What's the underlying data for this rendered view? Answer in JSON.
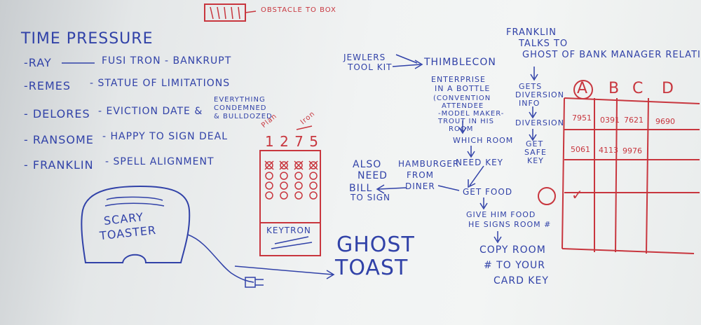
{
  "obstacle": {
    "label": "OBSTACLE TO BOX"
  },
  "time_pressure": {
    "title": "TIME PRESSURE",
    "rows": [
      {
        "name": "-RAY",
        "note": "FUSI TRON - BANKRUPT"
      },
      {
        "name": "-REMES",
        "note": "- STATUE OF LIMITATIONS"
      },
      {
        "name": "- DELORES",
        "note": "- EVICTION DATE &"
      },
      {
        "name": "- RANSOME",
        "note": "- HAPPY TO SIGN DEAL"
      },
      {
        "name": "- FRANKLIN",
        "note": "- SPELL ALIGNMENT"
      }
    ],
    "delores_extra": [
      "EVERYTHING",
      "CONDEMNED",
      "& BULLDOZED"
    ]
  },
  "keytron": {
    "header_words": [
      "Plan",
      "Iron"
    ],
    "digits": "1 2 7 5",
    "label": "KEYTRON"
  },
  "toaster": {
    "label_line1": "SCARY",
    "label_line2": "TOASTER"
  },
  "ghost_toast": {
    "line1": "GHOST",
    "line2": "TOAST"
  },
  "flow": {
    "jewelers": [
      "JEWLERS",
      "TOOL KIT"
    ],
    "thimblecon": "THIMBLECON",
    "enterprise": [
      "ENTERPRISE",
      "IN A BOTTLE"
    ],
    "convention": [
      "(CONVENTION",
      "ATTENDEE"
    ],
    "model_maker": [
      "-MODEL MAKER-",
      "TROUT IN HIS",
      "ROOM"
    ],
    "which_room": "WHICH ROOM",
    "need_key": "NEED KEY",
    "also_need": [
      "ALSO",
      "NEED",
      "BILL",
      "TO SIGN"
    ],
    "hamburger": [
      "HAMBURGER",
      "FROM",
      "DINER"
    ],
    "get_food": "GET FOOD",
    "give_him": [
      "GIVE HIM FOOD",
      "HE SIGNS ROOM #"
    ],
    "copy_room": [
      "COPY ROOM",
      "# TO YOUR",
      "CARD KEY"
    ]
  },
  "franklin": {
    "lines": [
      "FRANKLIN",
      "TALKS TO",
      "GHOST OF BANK MANAGER RELATIVE"
    ],
    "gets_diversion": [
      "GETS",
      "DIVERSION",
      "INFO"
    ],
    "diversion": "DIVERSION",
    "get_safe_key": [
      "GET",
      "SAFE",
      "KEY"
    ]
  },
  "safe_grid": {
    "columns": [
      "A",
      "B",
      "C",
      "D"
    ],
    "row1": [
      "7951",
      "0391",
      "7621",
      "9690"
    ],
    "row2": [
      "5061",
      "4113",
      "9976",
      ""
    ],
    "check": "✓"
  }
}
